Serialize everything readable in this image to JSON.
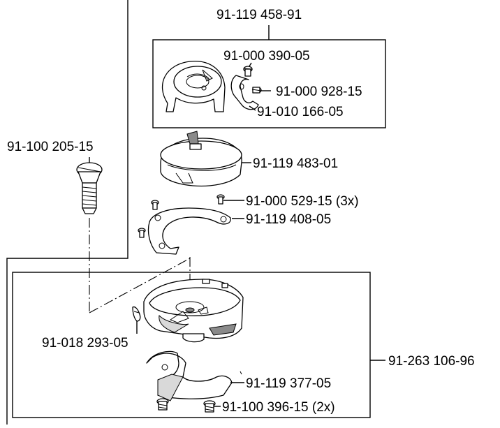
{
  "labels": {
    "assembly_top": "91-119 458-91",
    "screw_a": "91-000 390-05",
    "screw_b": "91-000 928-15",
    "spring": "91-010 166-05",
    "shaft_screw": "91-100 205-15",
    "bobbin_case": "91-119 483-01",
    "small_screws": "91-000 529-15 (3x)",
    "ring_plate": "91-119 408-05",
    "pin": "91-018 293-05",
    "hook_assembly": "91-263 106-96",
    "guard_plate": "91-119 377-05",
    "bottom_screws": "91-100 396-15 (2x)"
  }
}
